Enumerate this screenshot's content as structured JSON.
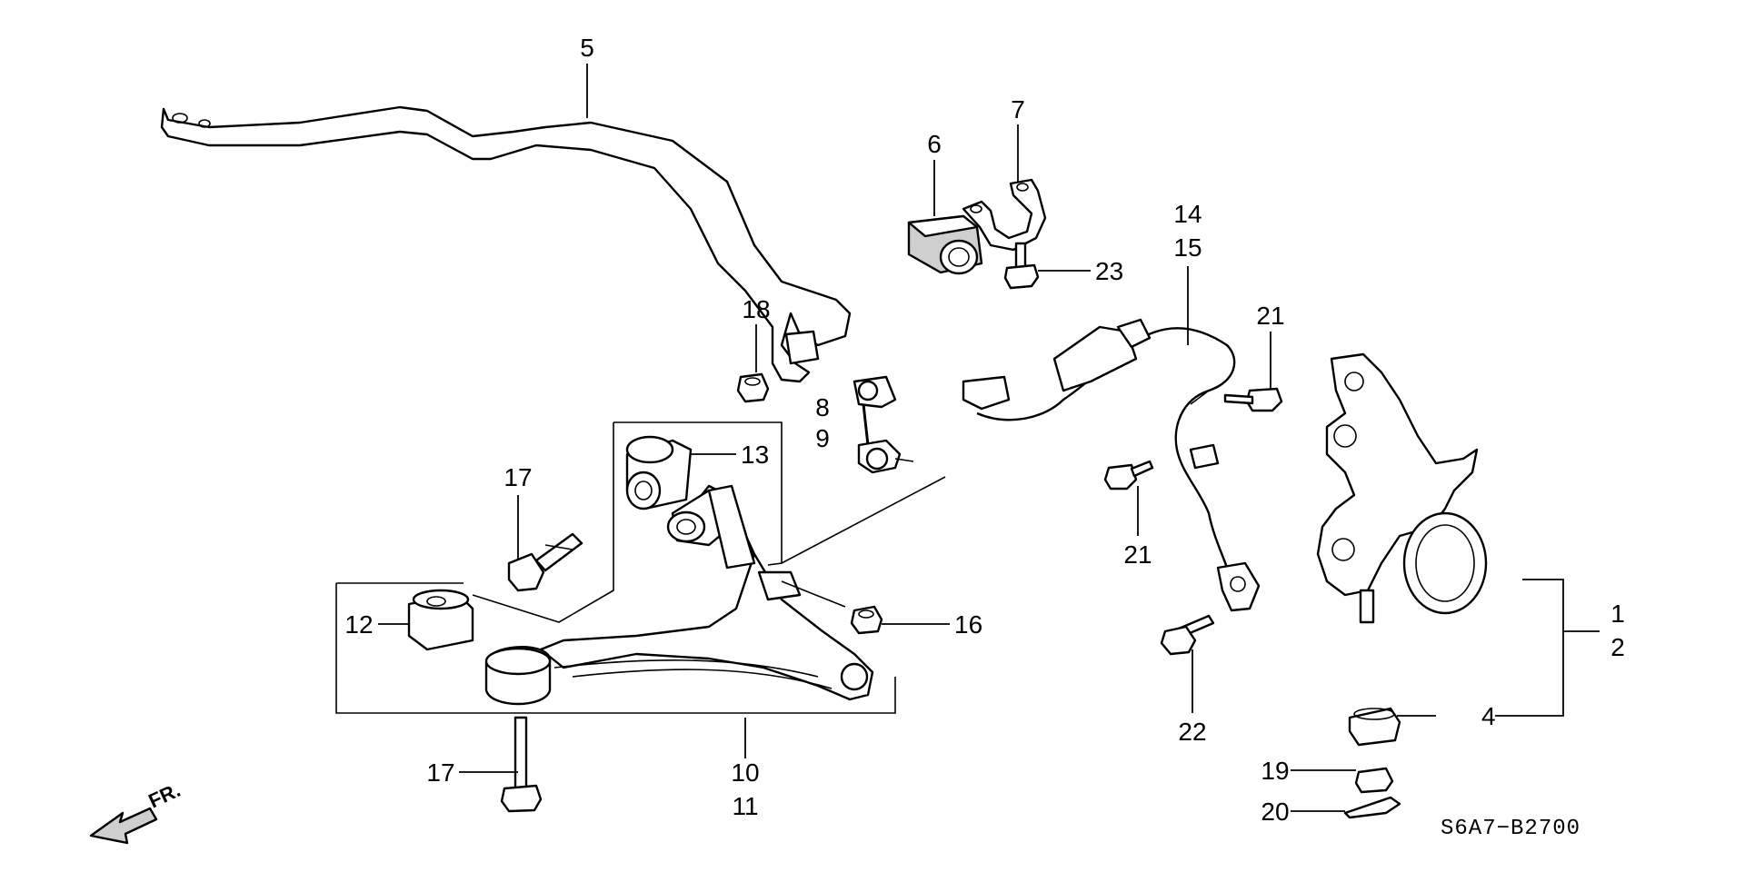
{
  "diagram": {
    "code": "S6A7−B2700",
    "direction_label": "FR."
  },
  "callouts": {
    "n1": "1",
    "n2": "2",
    "n4": "4",
    "n5": "5",
    "n6": "6",
    "n7": "7",
    "n8": "8",
    "n9": "9",
    "n10": "10",
    "n11": "11",
    "n12": "12",
    "n13": "13",
    "n14": "14",
    "n15": "15",
    "n16": "16",
    "n17a": "17",
    "n17b": "17",
    "n18": "18",
    "n19": "19",
    "n20": "20",
    "n21a": "21",
    "n21b": "21",
    "n22": "22",
    "n23": "23"
  },
  "icons": {
    "stabilizer": "stabilizer-bar-icon",
    "bushing": "stabilizer-bushing-icon",
    "holder": "bushing-holder-icon",
    "link": "stabilizer-link-icon",
    "arm": "lower-arm-icon",
    "knuckle": "knuckle-icon",
    "sensor": "abs-sensor-icon",
    "bolt": "flange-bolt-icon",
    "nut": "flange-nut-icon",
    "arrow": "front-arrow-icon"
  }
}
